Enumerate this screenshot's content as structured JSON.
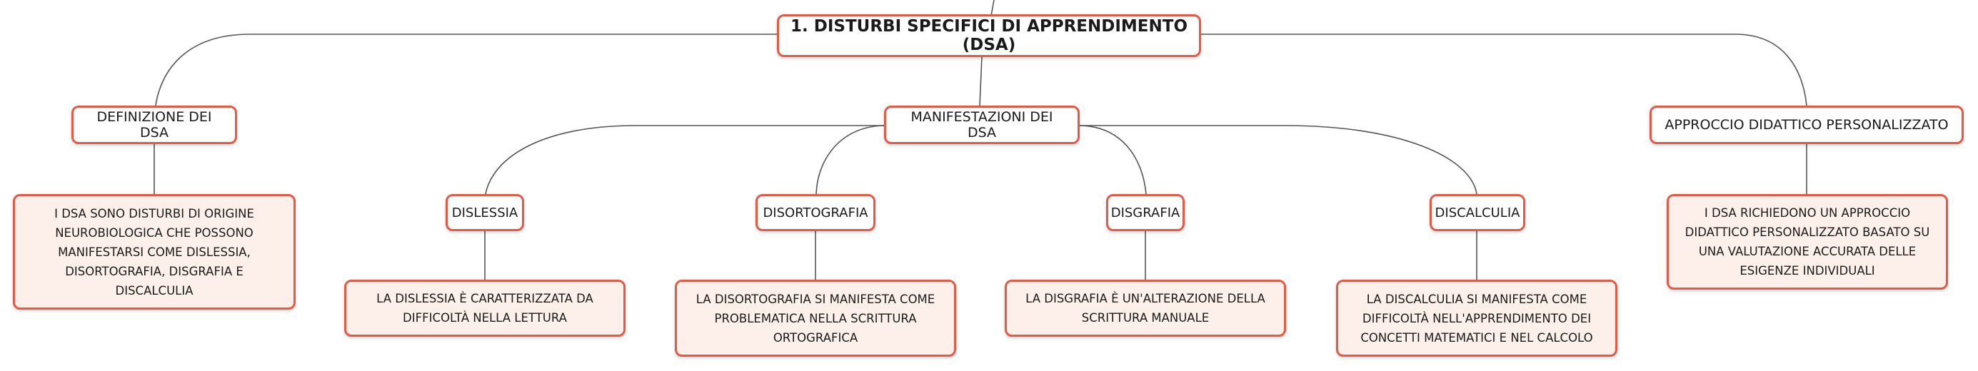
{
  "root": "1. DISTURBI SPECIFICI DI APPRENDIMENTO (DSA)",
  "branches": {
    "definizione": {
      "label": "DEFINIZIONE DEI DSA",
      "leaf": "I DSA SONO DISTURBI DI ORIGINE NEUROBIOLOGICA CHE POSSONO MANIFESTARSI COME DISLESSIA, DISORTOGRAFIA, DISGRAFIA E DISCALCULIA"
    },
    "manifestazioni": {
      "label": "MANIFESTAZIONI DEI DSA",
      "children": [
        {
          "label": "DISLESSIA",
          "leaf": "LA DISLESSIA È CARATTERIZZATA DA DIFFICOLTÀ NELLA LETTURA"
        },
        {
          "label": "DISORTOGRAFIA",
          "leaf": "LA DISORTOGRAFIA SI MANIFESTA COME PROBLEMATICA NELLA SCRITTURA ORTOGRAFICA"
        },
        {
          "label": "DISGRAFIA",
          "leaf": "LA DISGRAFIA È UN'ALTERAZIONE DELLA SCRITTURA MANUALE"
        },
        {
          "label": "DISCALCULIA",
          "leaf": "LA DISCALCULIA SI MANIFESTA COME DIFFICOLTÀ NELL'APPRENDIMENTO DEI CONCETTI MATEMATICI E NEL CALCOLO"
        }
      ]
    },
    "approccio": {
      "label": "APPROCCIO DIDATTICO PERSONALIZZATO",
      "leaf": "I DSA RICHIEDONO UN APPROCCIO DIDATTICO PERSONALIZZATO BASATO SU UNA VALUTAZIONE ACCURATA DELLE ESIGENZE INDIVIDUALI"
    }
  },
  "colors": {
    "border": "#e35a45",
    "leaf_fill": "#fdf0ea",
    "connector": "#555555"
  }
}
